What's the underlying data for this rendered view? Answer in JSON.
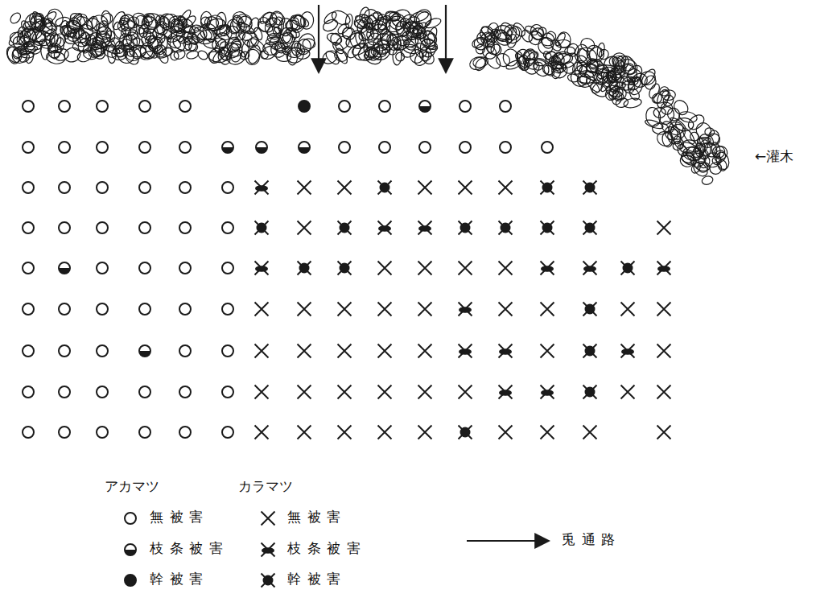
{
  "diagram": {
    "labels": [
      "←灌木",
      "アカマツ",
      "カラマツ"
    ],
    "legend": [
      {
        "text": "無被害"
      },
      {
        "text": "枝条被害"
      },
      {
        "text": "幹被害"
      },
      {
        "text": "無被害"
      },
      {
        "text": "枝条被害"
      },
      {
        "text": "幹被害"
      },
      {
        "text": "兎通路"
      }
    ]
  }
}
